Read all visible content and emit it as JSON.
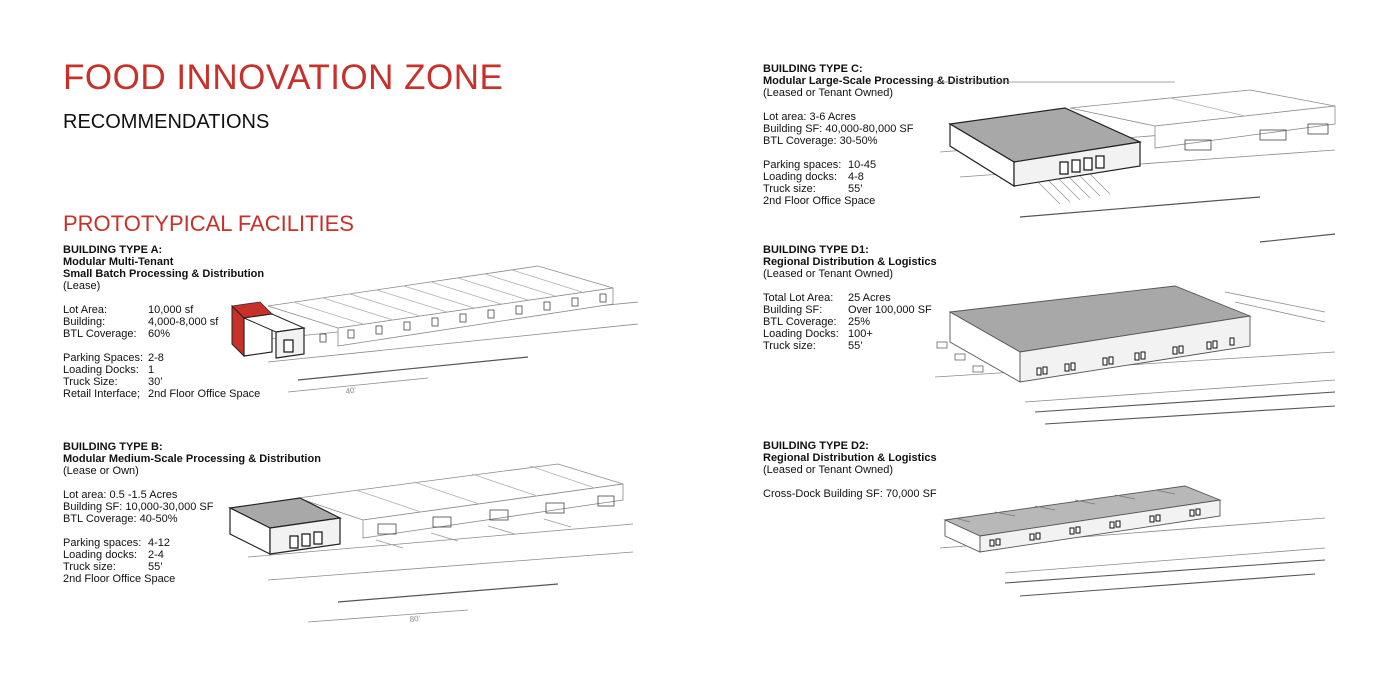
{
  "title": "FOOD INNOVATION ZONE",
  "subtitle": "RECOMMENDATIONS",
  "section_title": "PROTOTYPICAL FACILITIES",
  "colors": {
    "accent_red": "#c8302a",
    "text": "#111111",
    "line_gray": "#9a9a9a",
    "roof_gray": "#a8a8a8"
  },
  "types": {
    "a": {
      "heading": "BUILDING TYPE A:",
      "line1": "Modular Multi-Tenant",
      "line2": "Small Batch Processing & Distribution",
      "tenure": "(Lease)",
      "specs": [
        {
          "label": "Lot Area:",
          "value": "10,000 sf"
        },
        {
          "label": "Building:",
          "value": "4,000-8,000 sf"
        },
        {
          "label": "BTL Coverage:",
          "value": "60%"
        }
      ],
      "specs2": [
        {
          "label": "Parking Spaces:",
          "value": "2-8"
        },
        {
          "label": "Loading Docks:",
          "value": "1"
        },
        {
          "label": "Truck Size:",
          "value": "30’"
        },
        {
          "label": "Retail Interface;",
          "value": "2nd Floor Office Space"
        }
      ],
      "dimension_label": "40’"
    },
    "b": {
      "heading": "BUILDING TYPE B:",
      "line1": "Modular Medium-Scale Processing & Distribution",
      "tenure": "(Lease or Own)",
      "spec1": "Lot area:  0.5 -1.5 Acres",
      "spec2": "Building SF:  10,000-30,000 SF",
      "spec3": "BTL Coverage: 40-50%",
      "specs2": [
        {
          "label": "Parking spaces:",
          "value": "4-12"
        },
        {
          "label": "Loading docks:",
          "value": "2-4"
        },
        {
          "label": "Truck size:",
          "value": "55’"
        }
      ],
      "note": "2nd Floor Office Space",
      "dimension_label": "80’"
    },
    "c": {
      "heading": "BUILDING TYPE C:",
      "line1": "Modular Large-Scale Processing & Distribution",
      "tenure": "(Leased or Tenant Owned)",
      "spec1": "Lot area: 3-6 Acres",
      "spec2": "Building SF:  40,000-80,000 SF",
      "spec3": "BTL Coverage: 30-50%",
      "specs2": [
        {
          "label": "Parking spaces:",
          "value": "10-45"
        },
        {
          "label": "Loading docks:",
          "value": "4-8"
        },
        {
          "label": "Truck size:",
          "value": "55’"
        }
      ],
      "note": "2nd Floor Office Space"
    },
    "d1": {
      "heading": "BUILDING TYPE D1:",
      "line1": "Regional Distribution & Logistics",
      "tenure": "(Leased or Tenant Owned)",
      "specs": [
        {
          "label": "Total Lot Area:",
          "value": "25 Acres"
        },
        {
          "label": "Building SF:",
          "value": "Over 100,000 SF"
        },
        {
          "label": "BTL Coverage:",
          "value": "25%"
        },
        {
          "label": "Loading Docks:",
          "value": "100+"
        },
        {
          "label": "Truck size:",
          "value": "55’"
        }
      ]
    },
    "d2": {
      "heading": "BUILDING TYPE D2:",
      "line1": "Regional Distribution & Logistics",
      "tenure": "(Leased or Tenant Owned)",
      "spec1": "Cross-Dock Building SF:  70,000 SF"
    }
  }
}
